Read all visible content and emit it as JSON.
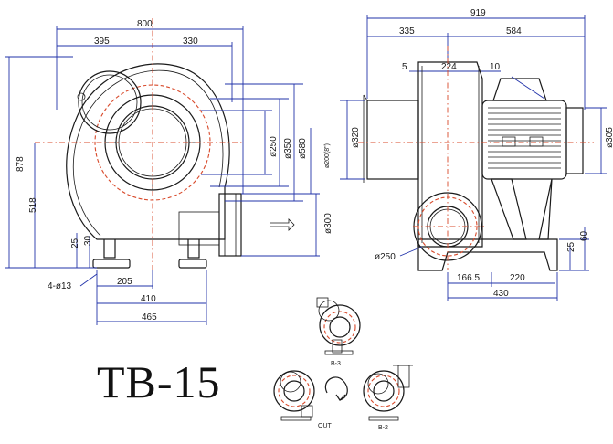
{
  "title": "TB-15",
  "front_view": {
    "dims": {
      "overall_width": "800",
      "left_to_center": "395",
      "center_to_right": "330",
      "overall_height": "878",
      "center_height": "518",
      "base_thick": "25",
      "foot_height": "30",
      "bolt_holes": "4-ø13",
      "half_base": "205",
      "base_holes": "410",
      "base_width": "465",
      "dia_250": "ø250",
      "dia_350": "ø350",
      "dia_580": "ø580",
      "outlet": "ø200(8\")",
      "outlet_flange": "ø300"
    }
  },
  "side_view": {
    "dims": {
      "overall_length": "919",
      "housing_len": "335",
      "motor_len": "584",
      "flange_a": "5",
      "housing_width": "224",
      "flange_b": "10",
      "inlet_dia": "ø320",
      "motor_dia": "ø305",
      "inlet_flange": "ø250",
      "base_thick": "25",
      "base_h": "60",
      "base_left": "166.5",
      "base_holes": "220",
      "base_total": "430"
    }
  },
  "orientations": {
    "top": "B-3",
    "left": "OUT",
    "right": "B-2"
  }
}
